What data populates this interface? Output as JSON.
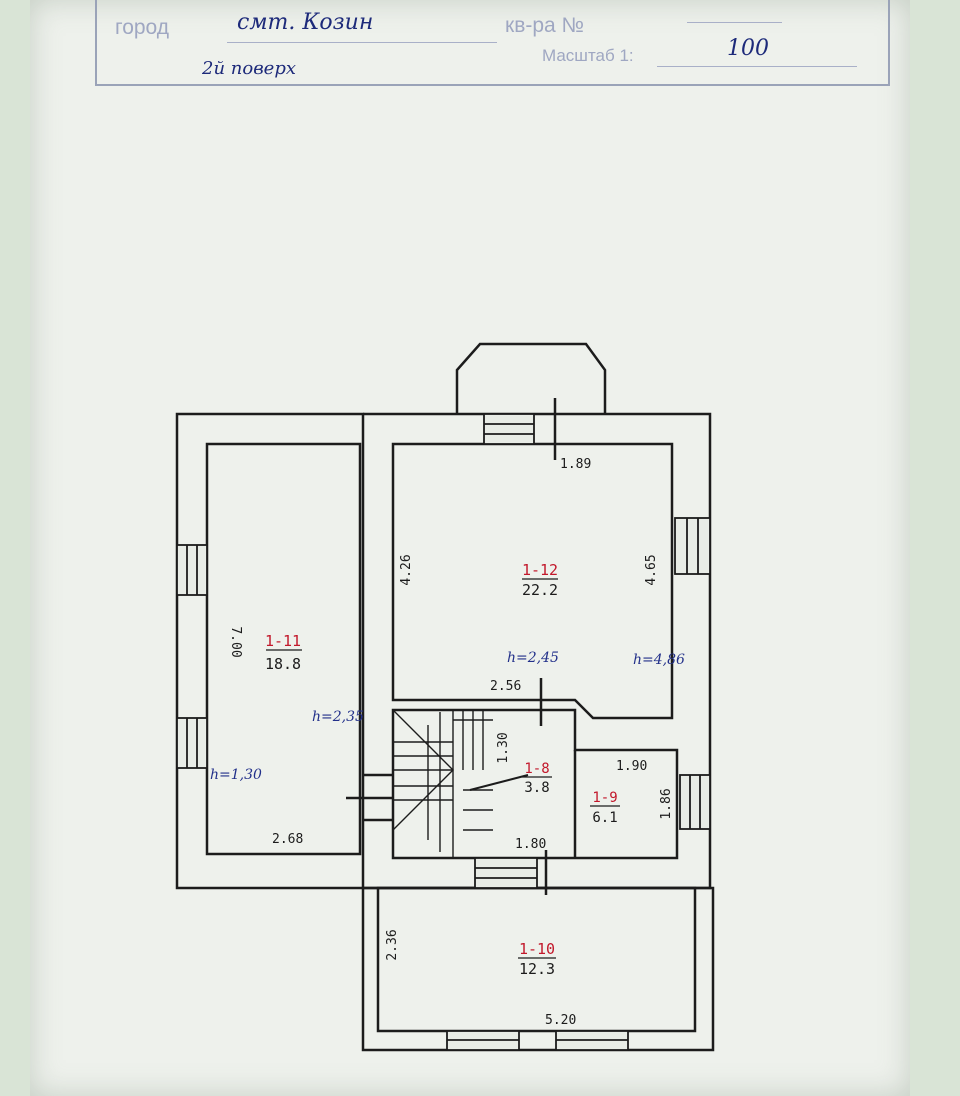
{
  "header": {
    "city_label": "город",
    "city_value": "смт. Козин",
    "flat_label": "кв-ра №",
    "scale_label": "Масштаб 1:",
    "scale_value": "100",
    "floor_note": "2й поверх"
  },
  "rooms": [
    {
      "id": "1-11",
      "area": "18.8",
      "height": "h=2,35"
    },
    {
      "id": "1-12",
      "area": "22.2",
      "height": "h=2,45"
    },
    {
      "id": "1-8",
      "area": "3.8"
    },
    {
      "id": "1-9",
      "area": "6.1"
    },
    {
      "id": "1-10",
      "area": "12.3"
    }
  ],
  "dimensions": {
    "d1": "1.89",
    "d2": "4.26",
    "d3": "4.65",
    "d4": "7.00",
    "d5": "2.68",
    "d6": "2.56",
    "d7": "1.30",
    "d8": "1.90",
    "d9": "1.86",
    "d10": "1.80",
    "d11": "2.36",
    "d12": "5.20"
  },
  "heights": {
    "h1": "h=1,30",
    "h2": "h=4,86"
  },
  "colors": {
    "ink_line": "#1c1c1c",
    "ink_red": "#c2182b",
    "ink_blue": "#22308a",
    "stamp": "#9fa7c2"
  }
}
